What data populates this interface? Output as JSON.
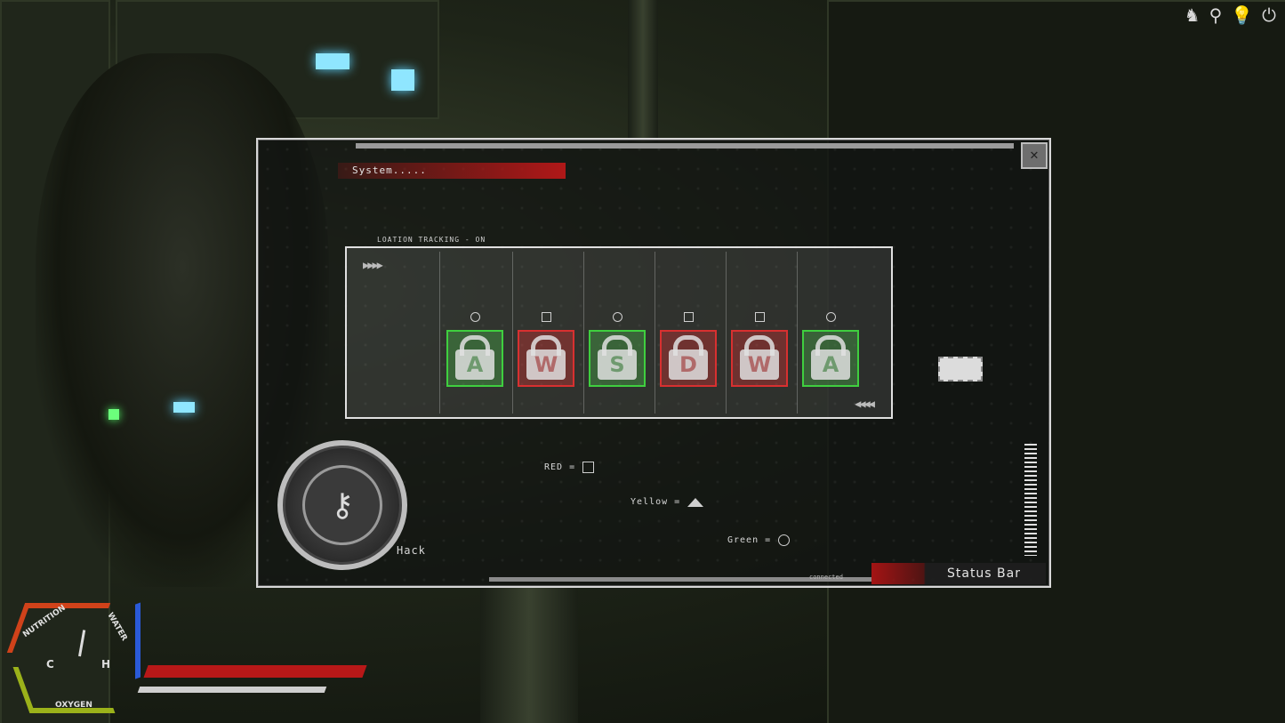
{
  "hud": {
    "icons": [
      "helmet-icon",
      "map-pin-icon",
      "lightbulb-icon",
      "power-icon"
    ]
  },
  "hack_panel": {
    "system_label": "System.....",
    "location_tracking": "LOATION TRACKING - ON",
    "close_symbol": "✕",
    "keys": [
      {
        "letter": "A",
        "status": "green",
        "mark": "circle"
      },
      {
        "letter": "W",
        "status": "red",
        "mark": "square"
      },
      {
        "letter": "S",
        "status": "green",
        "mark": "circle"
      },
      {
        "letter": "D",
        "status": "red",
        "mark": "square"
      },
      {
        "letter": "W",
        "status": "red",
        "mark": "square"
      },
      {
        "letter": "A",
        "status": "green",
        "mark": "circle"
      }
    ],
    "legend": {
      "red": "RED =",
      "yellow": "Yellow =",
      "green": "Green ="
    },
    "hack_label": "Hack",
    "status_bar_label": "Status Bar",
    "connected_label": "connected",
    "colors": {
      "green": "#3fcf3f",
      "red": "#d83030"
    }
  },
  "stats": {
    "nutrition_label": "NUTRITION",
    "water_label": "WATER",
    "oxygen_label": "OXYGEN",
    "gauge_cold": "C",
    "gauge_hot": "H",
    "health_fill": 1.0,
    "stamina_fill": 1.0,
    "health_color": "#b81818",
    "stamina_color": "#cfcfcf"
  }
}
